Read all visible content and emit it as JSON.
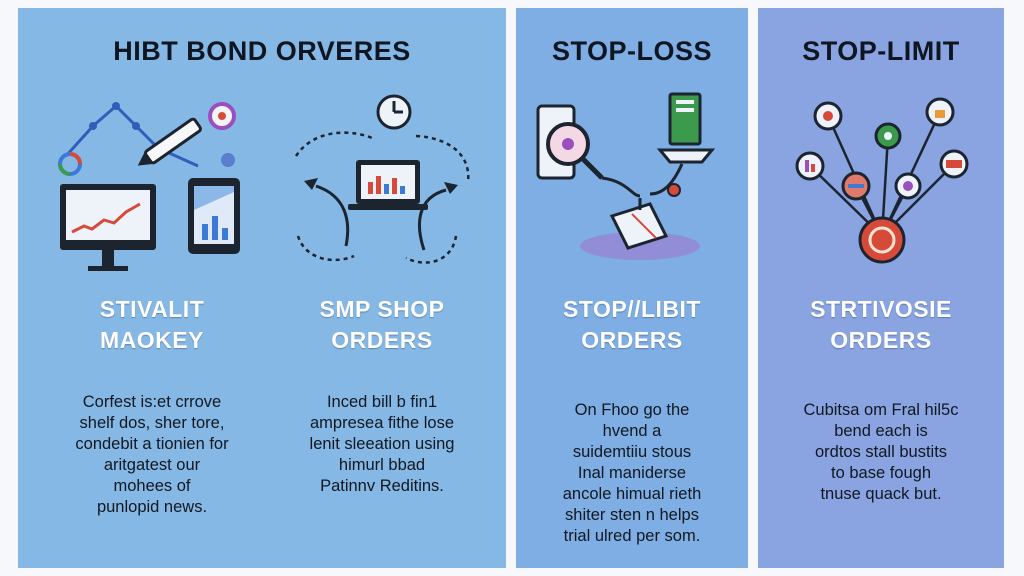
{
  "panels": [
    {
      "title": "HIBT BOND ORVERES",
      "columns": [
        {
          "label_line1": "STIVALIT",
          "label_line2": "MAOKEY",
          "text": [
            "Corfest is:et crrove",
            "shelf dos, sher tore,",
            "condebit a tionien for",
            "aritgatest our",
            "mohees of",
            "punlopid news."
          ]
        },
        {
          "label_line1": "SMP SHOP",
          "label_line2": "ORDERS",
          "text": [
            "Inced bill b fin1",
            "ampresea fithe lose",
            "lenit sleeation using",
            "himurl bbad",
            "Patinnv Reditins."
          ]
        }
      ]
    },
    {
      "title": "STOP-LOSS",
      "columns": [
        {
          "label_line1": "STOP//LIBIT",
          "label_line2": "ORDERS",
          "text": [
            "On Fhoo go the",
            "hvend a",
            "suidemtiiu stous",
            "Inal maniderse",
            "ancole himual rieth",
            "shiter sten n helps",
            "trial ulred per som."
          ]
        }
      ]
    },
    {
      "title": "STOP-LIMIT",
      "columns": [
        {
          "label_line1": "STRTIVOSIE",
          "label_line2": "ORDERS",
          "text": [
            "Cubitsa om Fral hil5c",
            "bend each is",
            "ordtos stall bustits",
            "to base fough",
            "tnuse quack but."
          ]
        }
      ]
    }
  ],
  "colors": {
    "panel1_bg": "#86b8e6",
    "panel2_bg": "#7eaee3",
    "panel3_bg": "#8aa4e2",
    "title": "#0f1621",
    "label": "#ffffff",
    "body_text": "#121820",
    "accent_red": "#d64a3a",
    "accent_blue": "#3d7ad6",
    "accent_purple": "#9a4fbf",
    "accent_green": "#3c9a4d"
  },
  "icons": [
    "chart-monitor-icon",
    "tablet-bar-chart-icon",
    "stylus-icon",
    "clock-icon",
    "laptop-chart-icon",
    "magnifier-lock-icon",
    "server-icon",
    "network-nodes-icon"
  ]
}
